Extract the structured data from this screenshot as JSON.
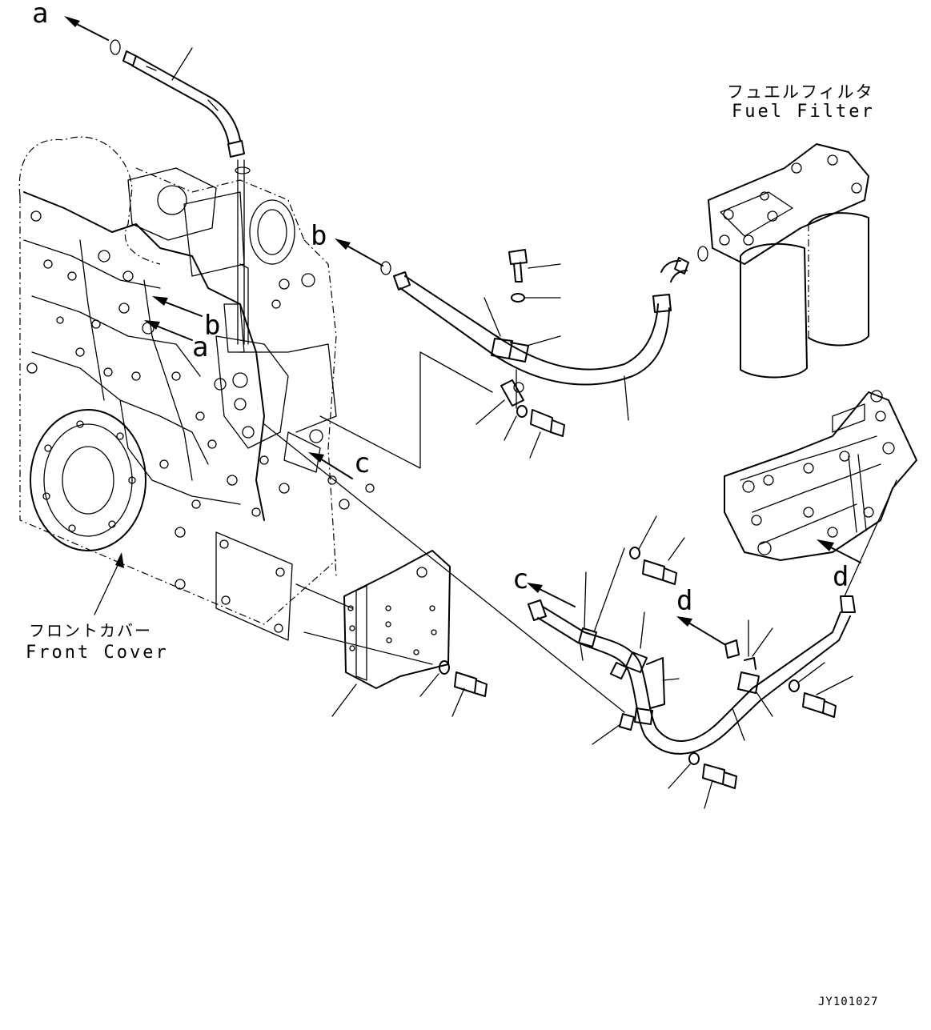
{
  "callouts": {
    "a_top": "a",
    "a_mid": "a",
    "b_left": "b",
    "b_top": "b",
    "c_left": "c",
    "c_right": "c",
    "d_left": "d",
    "d_right": "d"
  },
  "labels": {
    "fuel_filter_jp": "フュエルフィルタ",
    "fuel_filter_en": "Fuel Filter",
    "front_cover_jp": "フロントカバー",
    "front_cover_en": "Front Cover"
  },
  "drawing_code": "JY101027"
}
